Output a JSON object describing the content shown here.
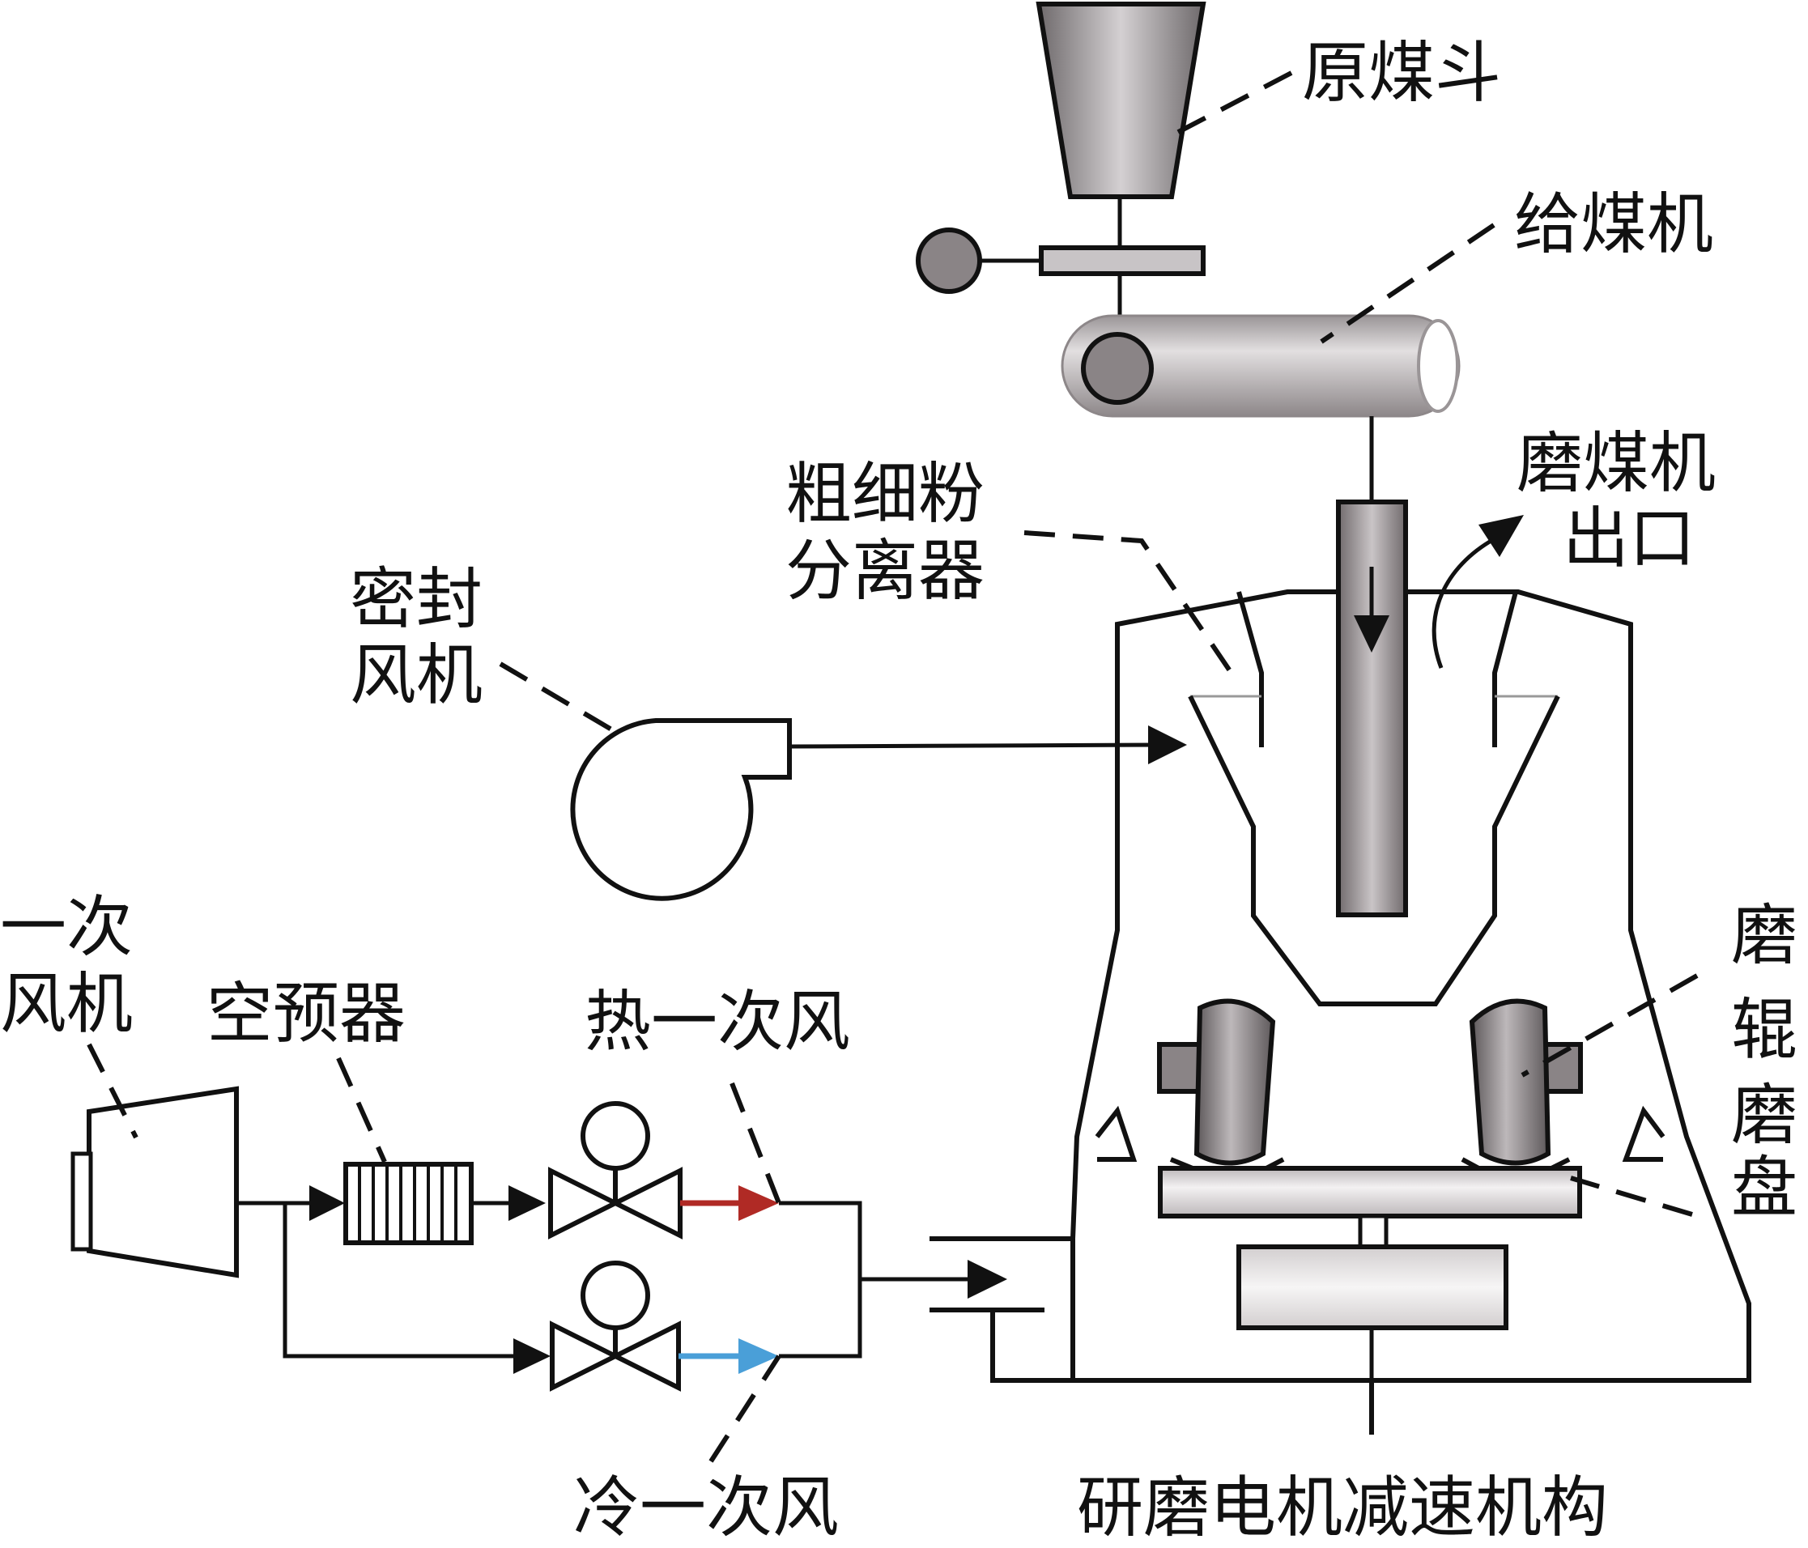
{
  "labels": {
    "raw_coal_hopper": "原煤斗",
    "coal_feeder": "给煤机",
    "mill_outlet_line1": "磨煤机",
    "mill_outlet_line2": "出口",
    "classifier_line1": "粗细粉",
    "classifier_line2": "分离器",
    "seal_fan_line1": "密封",
    "seal_fan_line2": "风机",
    "primary_fan_line1": "一次",
    "primary_fan_line2": "风机",
    "air_preheater": "空预器",
    "hot_primary_air": "热一次风",
    "cold_primary_air": "冷一次风",
    "grinding_roller": [
      "磨",
      "辊"
    ],
    "grinding_table": [
      "磨",
      "盘"
    ],
    "motor_reducer": "研磨电机减速机构"
  },
  "colors": {
    "hot_air_arrow": "#b02a25",
    "cold_air_arrow": "#4a9fd8",
    "equipment_gray": "#8a8486",
    "equipment_light": "#c8c4c6",
    "line": "#111111"
  }
}
